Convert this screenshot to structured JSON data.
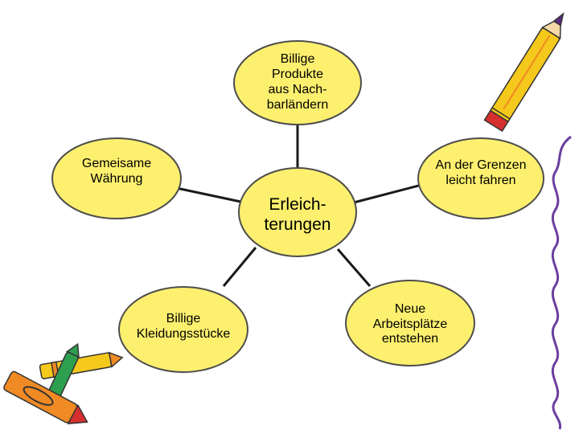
{
  "colors": {
    "node_fill": "#fdf06f",
    "node_stroke": "#4d4d4d",
    "connector": "#1a1a1a",
    "crayon_yellow": "#f5c91c",
    "crayon_orange": "#f08a24",
    "crayon_purple": "#5b2c83",
    "crayon_red": "#d62f2f",
    "crayon_green": "#2e9e4f",
    "border_purple": "#6b3fa0"
  },
  "diagram": {
    "center": {
      "label": "Erleich-\nterungen"
    },
    "top": {
      "label": "Billige\nProdukte\naus Nach-\nbarländern"
    },
    "left": {
      "label": "Gemeisame\nWährung"
    },
    "right": {
      "label": "An der Grenzen\nleicht fahren"
    },
    "bottom_left": {
      "label": "Billige\nKleidungsstücke"
    },
    "bottom_right": {
      "label": "Neue\nArbeitsplätze\nentstehen"
    }
  },
  "decorations": {
    "top_right": "pencil-icon",
    "bottom_left": "crayons-icon",
    "right_edge": "wavy-border"
  }
}
